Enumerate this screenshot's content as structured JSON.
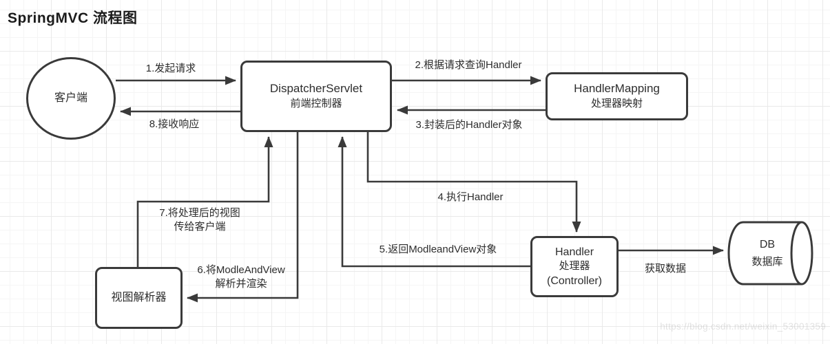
{
  "title": "SpringMVC 流程图",
  "watermark": "https://blog.csdn.net/weixin_53001359",
  "colors": {
    "stroke": "#3a3a3a",
    "text": "#2d2d2d",
    "grid_minor": "#f5f5f5",
    "grid_major": "#e9e9e9",
    "background": "#ffffff"
  },
  "nodes": {
    "client": {
      "label": "客户端"
    },
    "dispatcher": {
      "line1": "DispatcherServlet",
      "line2": "前端控制器"
    },
    "handler_mapping": {
      "line1": "HandlerMapping",
      "line2": "处理器映射"
    },
    "handler": {
      "line1": "Handler",
      "line2": "处理器",
      "line3": "(Controller)"
    },
    "view_resolver": {
      "label": "视图解析器"
    },
    "db": {
      "line1": "DB",
      "line2": "数据库"
    }
  },
  "edges": {
    "e1": {
      "label": "1.发起请求",
      "from": "client",
      "to": "dispatcher"
    },
    "e2": {
      "label": "2.根据请求查询Handler",
      "from": "dispatcher",
      "to": "handler_mapping"
    },
    "e3": {
      "label": "3.封装后的Handler对象",
      "from": "handler_mapping",
      "to": "dispatcher"
    },
    "e4": {
      "label": "4.执行Handler",
      "from": "dispatcher",
      "to": "handler"
    },
    "e5": {
      "label": "5.返回ModleandView对象",
      "from": "handler",
      "to": "dispatcher"
    },
    "e6": {
      "line1": "6.将ModleAndView",
      "line2": "解析并渲染",
      "from": "dispatcher",
      "to": "view_resolver"
    },
    "e7": {
      "line1": "7.将处理后的视图",
      "line2": "传给客户端",
      "from": "view_resolver",
      "to": "dispatcher"
    },
    "e8": {
      "label": "8.接收响应",
      "from": "dispatcher",
      "to": "client"
    },
    "e9": {
      "label": "获取数据",
      "from": "handler",
      "to": "db"
    }
  }
}
